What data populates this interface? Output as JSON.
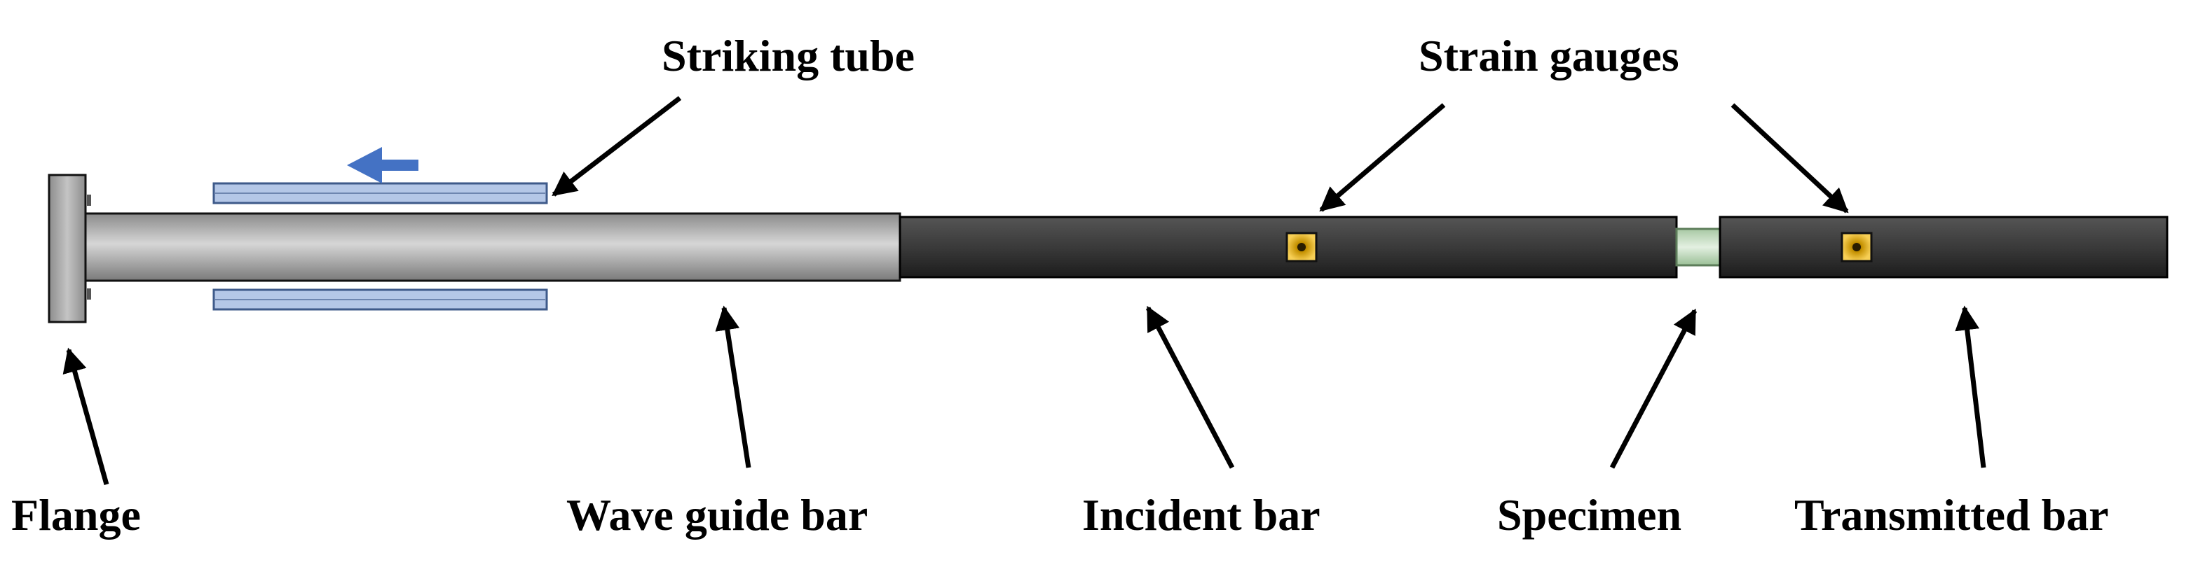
{
  "labels": {
    "striking_tube": "Striking tube",
    "strain_gauges": "Strain gauges",
    "flange": "Flange",
    "wave_guide_bar": "Wave guide bar",
    "incident_bar": "Incident bar",
    "specimen": "Specimen",
    "transmitted_bar": "Transmitted bar"
  },
  "colors": {
    "arrow_blue": "#4472c4",
    "tube_blue": "#b4c7e7",
    "gauge_yellow": "#f2c84b",
    "specimen_green": "#c9dfc6",
    "dark_bar": "#3a3a3a",
    "light_bar": "#b8b8b8"
  }
}
